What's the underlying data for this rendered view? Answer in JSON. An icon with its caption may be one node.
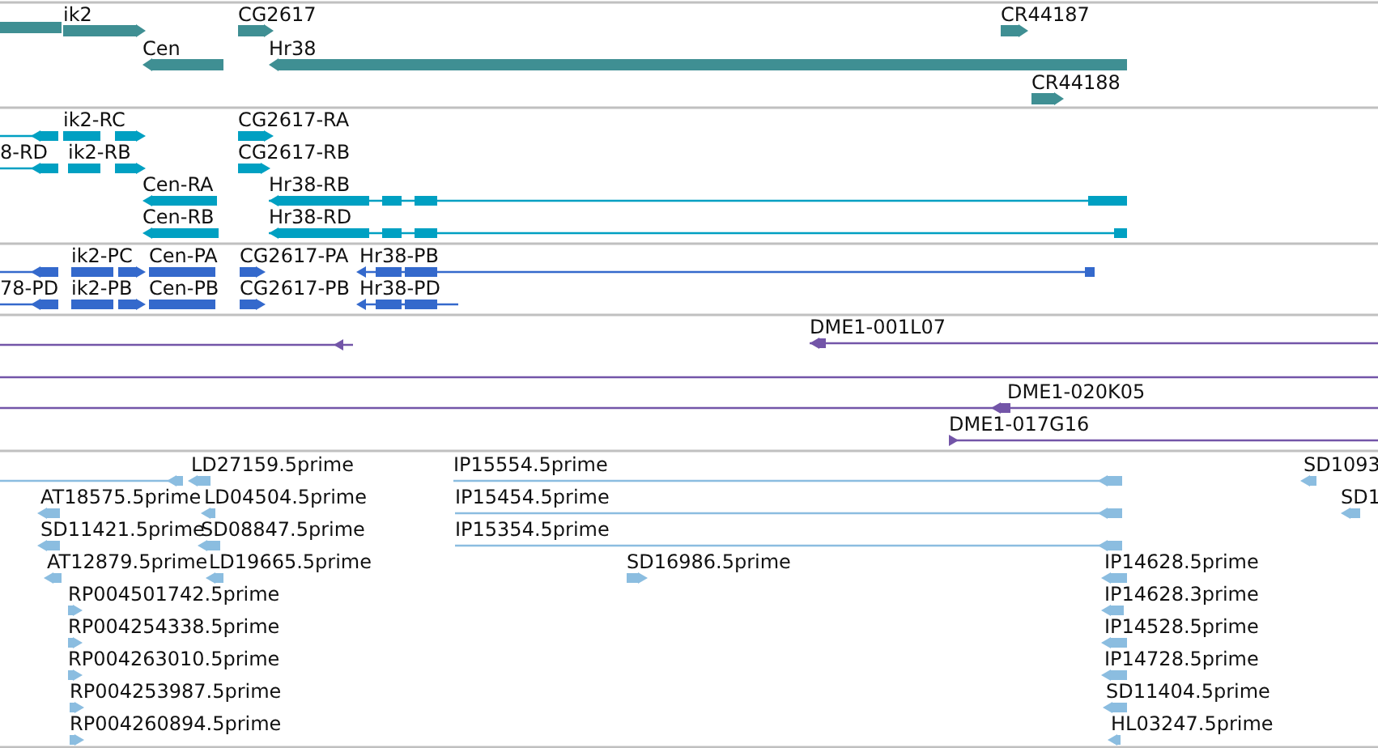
{
  "diagram": {
    "labels": [
      "ik2",
      "CG2617",
      "CR44187",
      "Cen",
      "Hr38",
      "CR44188",
      "ik2-RC",
      "CG2617-RA",
      "8-RD",
      "ik2-RB",
      "CG2617-RB",
      "Cen-RA",
      "Hr38-RB",
      "Cen-RB",
      "Hr38-RD",
      "ik2-PC",
      "Cen-PA",
      "CG2617-PA",
      "Hr38-PB",
      "78-PD",
      "ik2-PB",
      "Cen-PB",
      "CG2617-PB",
      "Hr38-PD",
      "DME1-001L07",
      "DME1-020K05",
      "DME1-017G16",
      "LD27159.5prime",
      "IP15554.5prime",
      "SD1093",
      "AT18575.5prime",
      "LD04504.5prime",
      "IP15454.5prime",
      "SD1",
      "SD11421.5prime",
      "SD08847.5prime",
      "IP15354.5prime",
      "AT12879.5prime",
      "LD19665.5prime",
      "SD16986.5prime",
      "IP14628.5prime",
      "RP004501742.5prime",
      "IP14628.3prime",
      "RP004254338.5prime",
      "IP14528.5prime",
      "RP004263010.5prime",
      "IP14728.5prime",
      "RP004253987.5prime",
      "SD11404.5prime",
      "RP004260894.5prime",
      "HL03247.5prime"
    ]
  }
}
